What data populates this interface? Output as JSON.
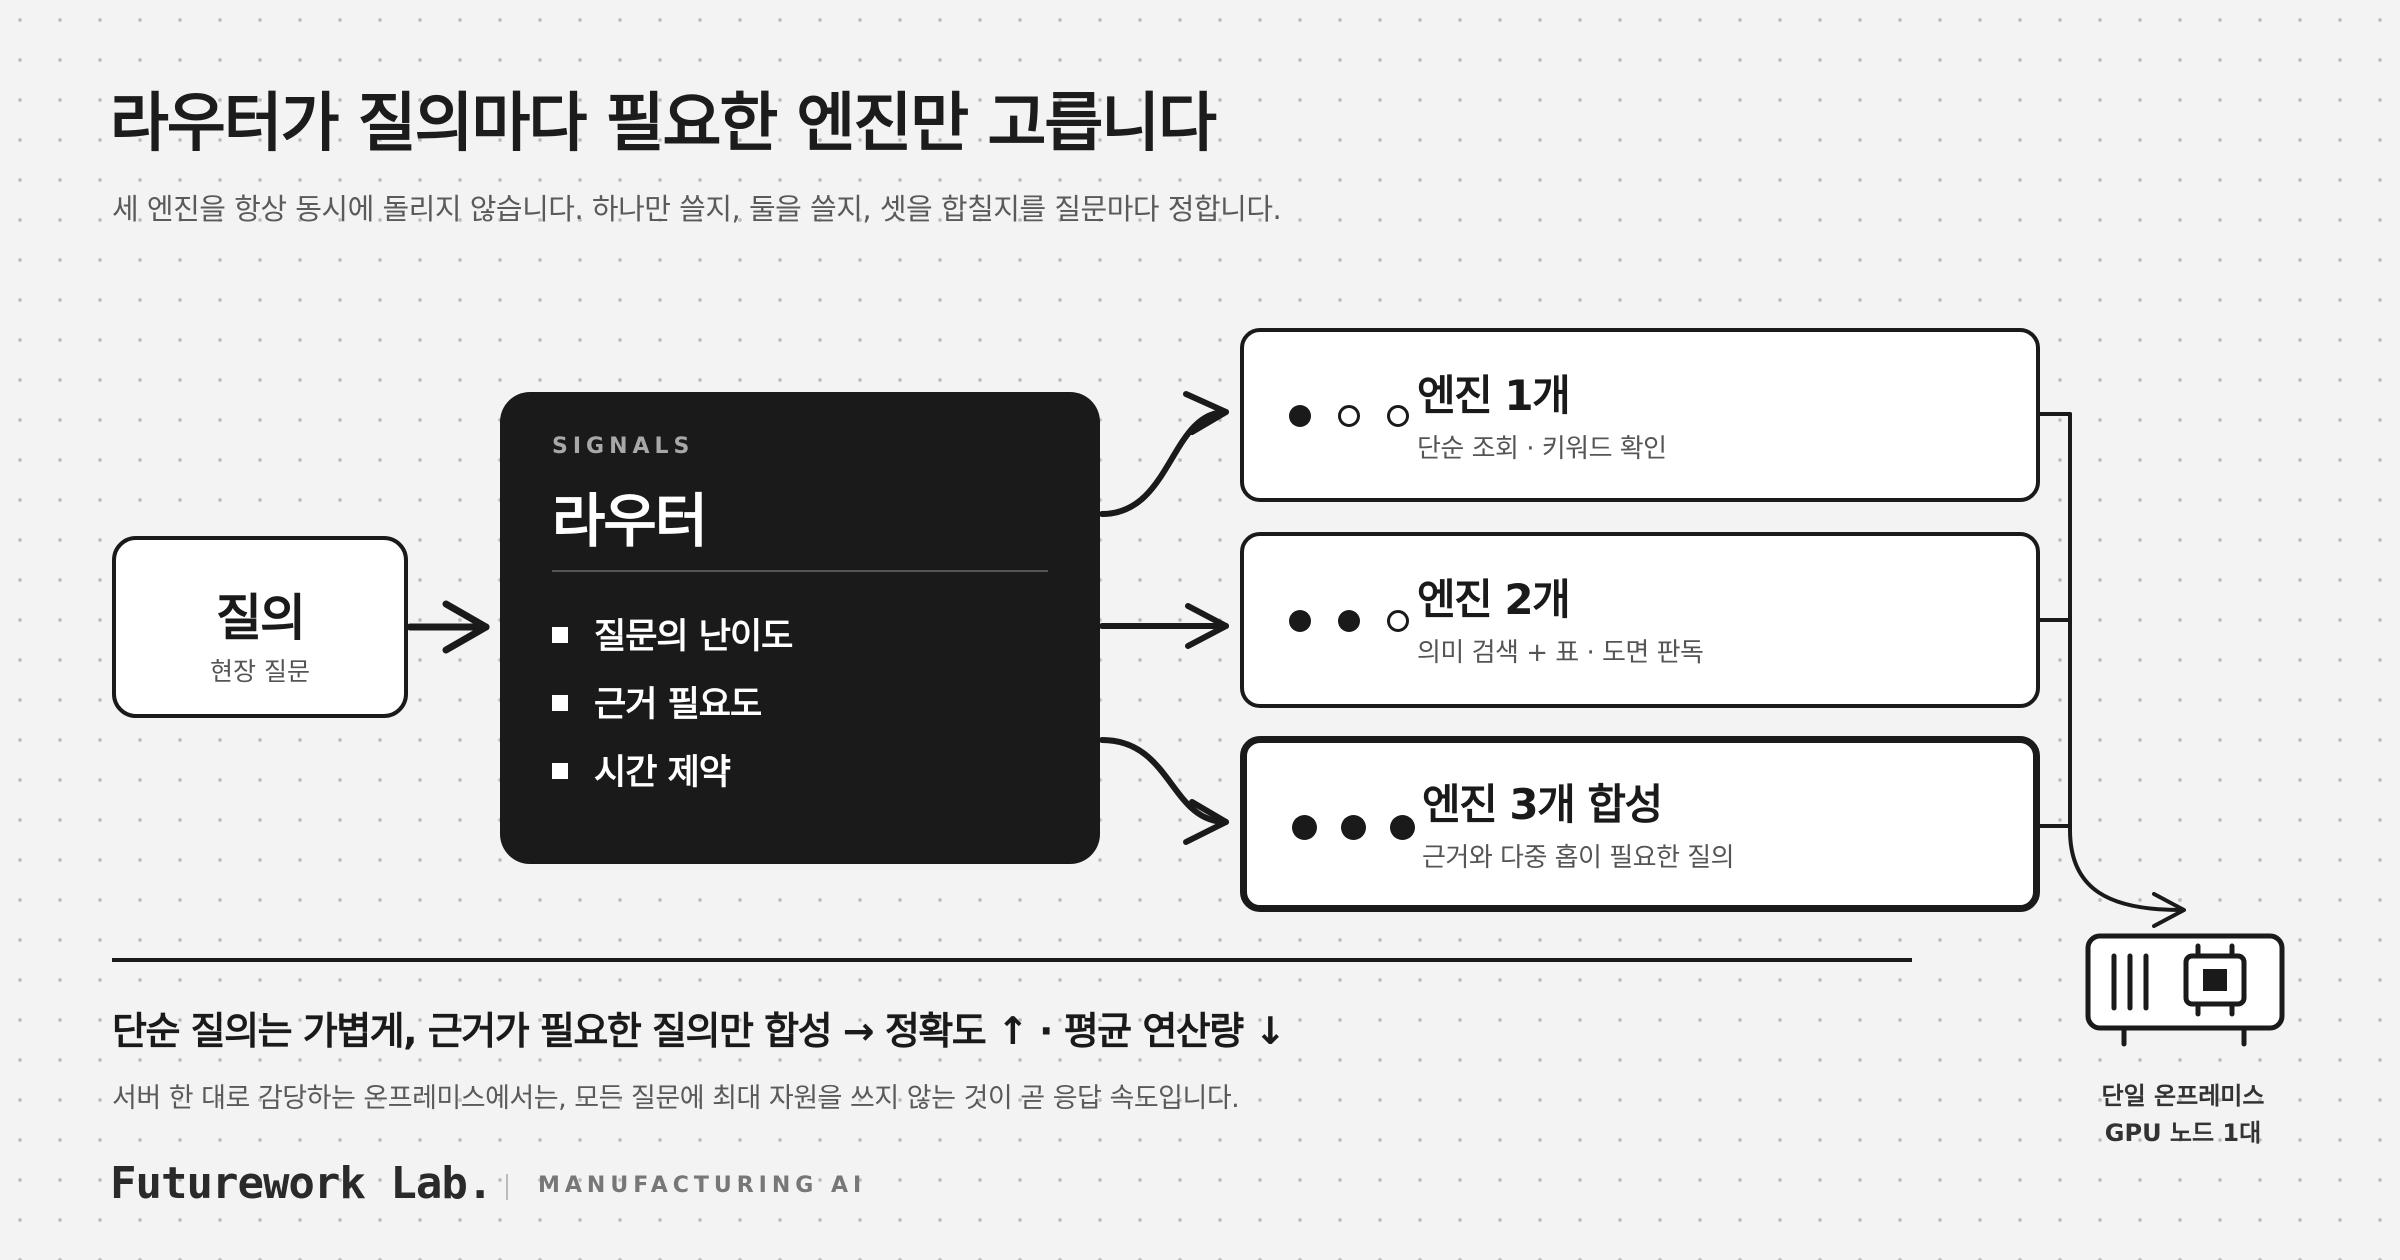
{
  "header": {
    "title": "라우터가 질의마다 필요한 엔진만 고릅니다",
    "subtitle": "세 엔진을 항상 동시에 돌리지 않습니다. 하나만 쓸지, 둘을 쓸지, 셋을 합칠지를 질문마다 정합니다."
  },
  "query": {
    "title": "질의",
    "subtitle": "현장 질문"
  },
  "router": {
    "eyebrow": "SIGNALS",
    "title": "라우터",
    "signals": [
      "질문의 난이도",
      "근거 필요도",
      "시간 제약"
    ]
  },
  "engines": [
    {
      "title": "엔진 1개",
      "subtitle": "단순 조회 · 키워드 확인",
      "active_dots": 1,
      "total_dots": 3
    },
    {
      "title": "엔진 2개",
      "subtitle": "의미 검색 + 표 · 도면 판독",
      "active_dots": 2,
      "total_dots": 3
    },
    {
      "title": "엔진 3개 합성",
      "subtitle": "근거와 다중 홉이 필요한 질의",
      "active_dots": 3,
      "total_dots": 3,
      "emphasized": true
    }
  ],
  "gpu": {
    "icon": "gpu-server-icon",
    "label_line1": "단일 온프레미스",
    "label_line2": "GPU 노드 1대"
  },
  "summary": {
    "headline": "단순 질의는 가볍게, 근거가 필요한 질의만 합성 → 정확도 ↑ · 평균 연산량 ↓",
    "note": "서버 한 대로 감당하는 온프레미스에서는, 모든 질문에 최대 자원을 쓰지 않는 것이 곧 응답 속도입니다."
  },
  "brand": {
    "name": "Futurework Lab.",
    "tag": "MANUFACTURING AI"
  },
  "colors": {
    "background": "#f3f3f3",
    "ink": "#1a1a1a",
    "muted": "#5a5a5a"
  }
}
